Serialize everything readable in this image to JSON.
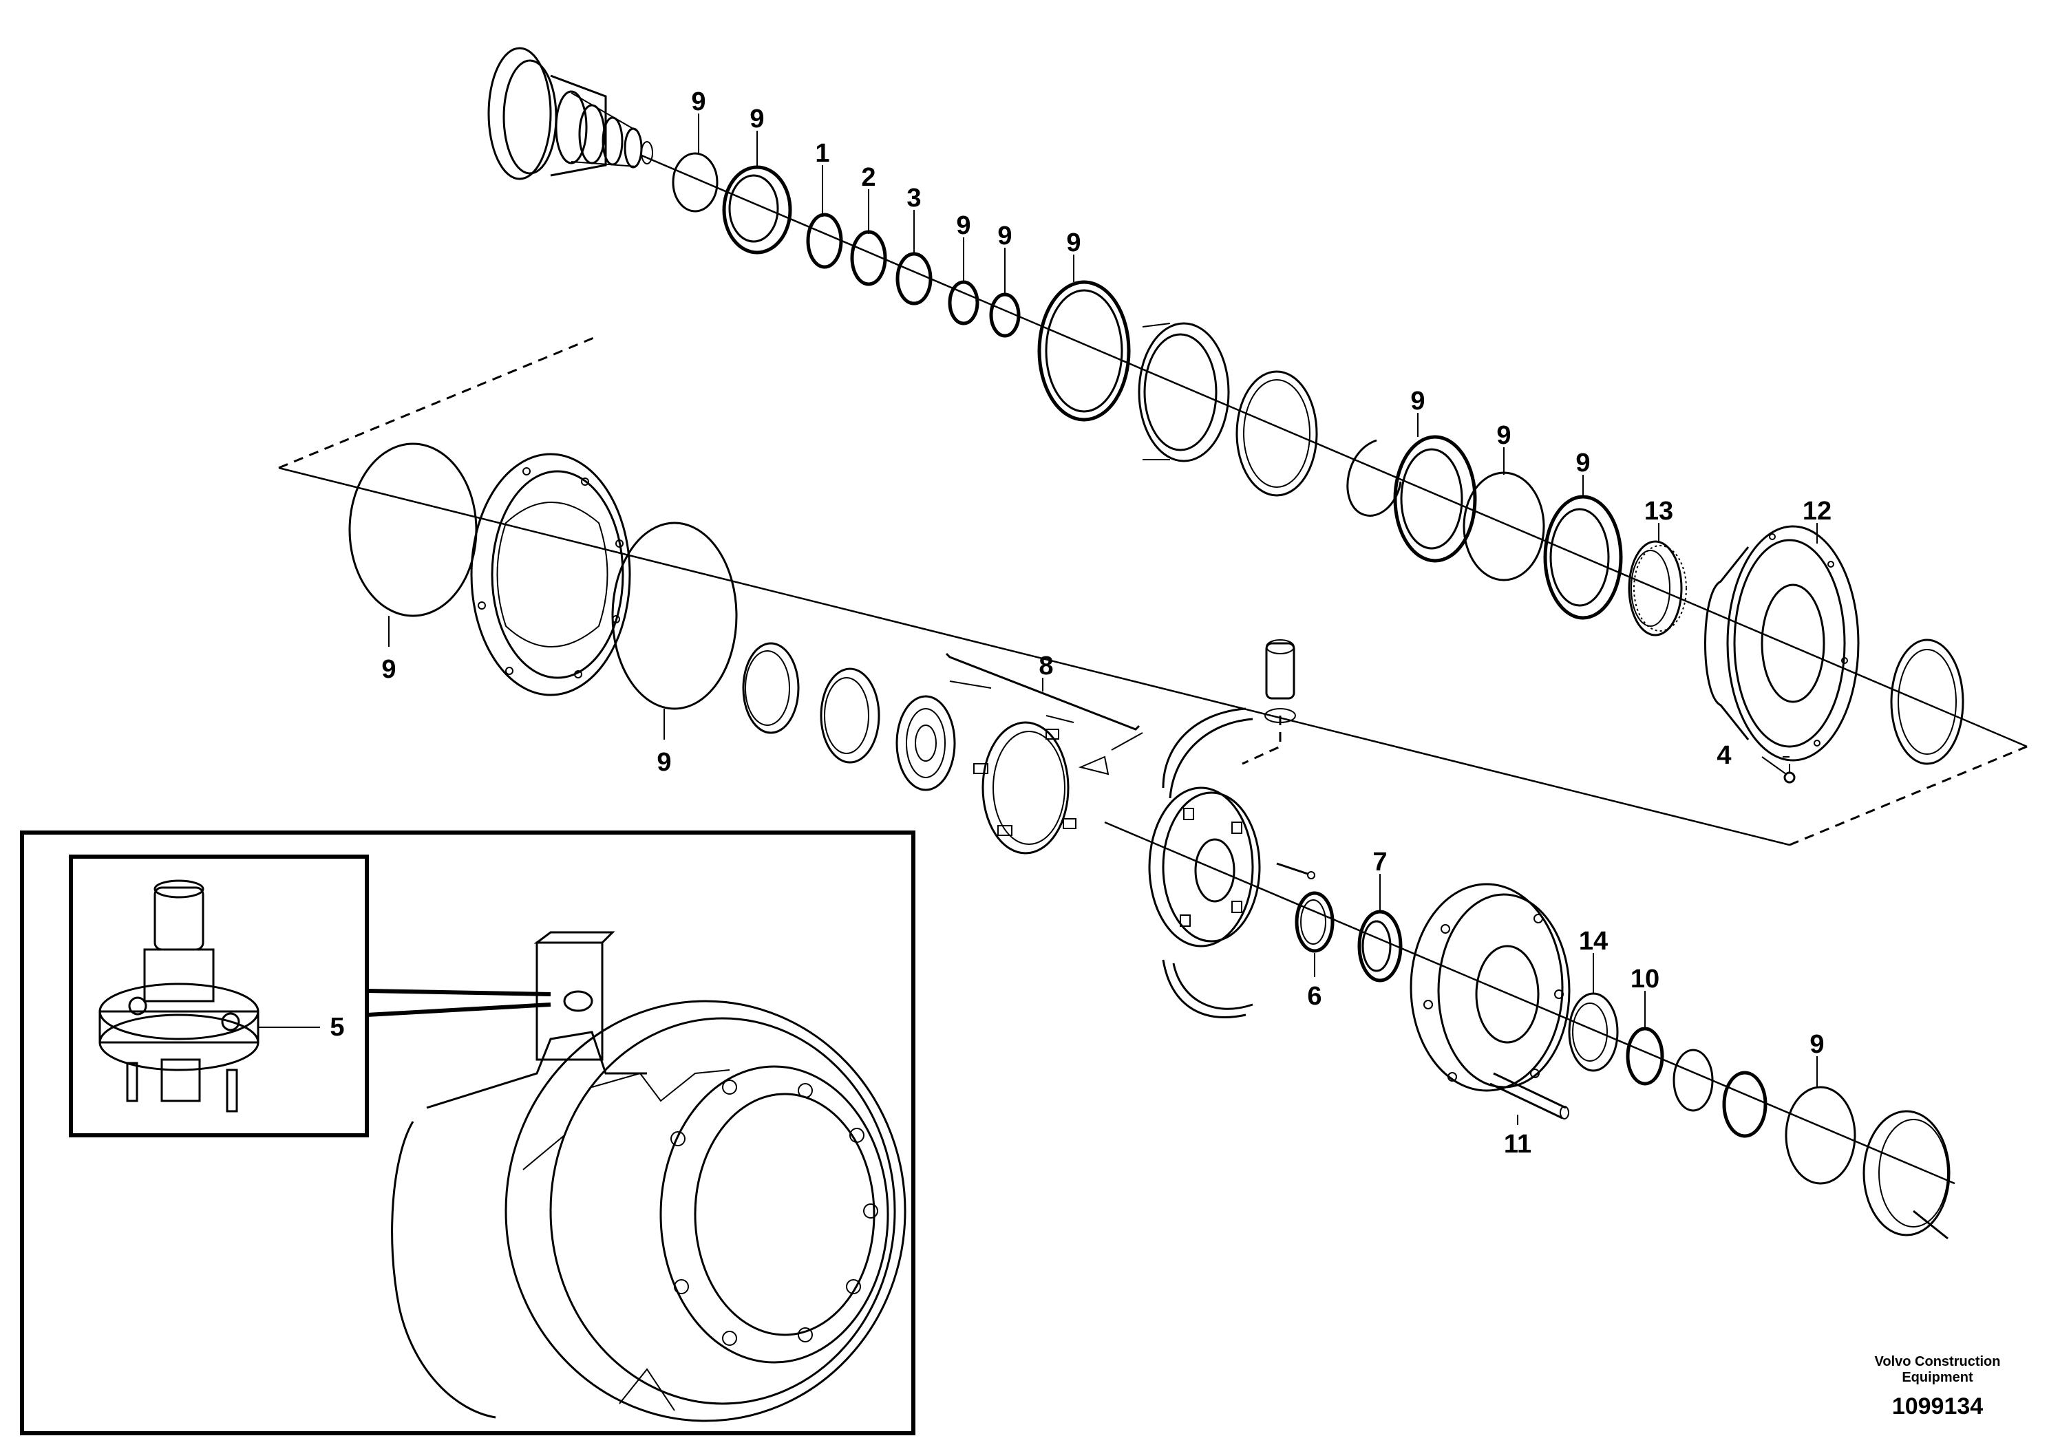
{
  "callouts": [
    "9",
    "9",
    "1",
    "2",
    "3",
    "9",
    "9",
    "9",
    "9",
    "9",
    "9",
    "13",
    "12",
    "9",
    "9",
    "8",
    "4",
    "7",
    "6",
    "14",
    "10",
    "9",
    "11",
    "5"
  ],
  "footer": {
    "brand_line1": "Volvo Construction",
    "brand_line2": "Equipment",
    "doc_number": "1099134"
  }
}
